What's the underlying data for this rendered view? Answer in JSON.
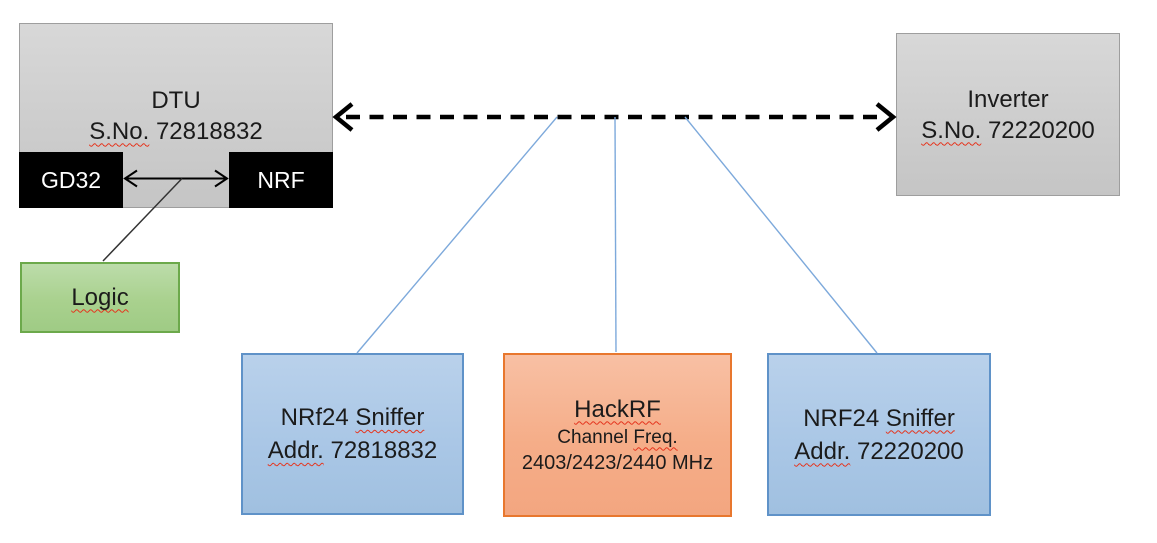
{
  "nodes": {
    "dtu": {
      "title": "DTU",
      "serial_label": "S.No.",
      "serial_value": " 72818832"
    },
    "gd32": {
      "label": "GD32"
    },
    "nrf": {
      "label": "NRF"
    },
    "logic": {
      "label": "Logic"
    },
    "inverter": {
      "title": "Inverter",
      "serial_label": "S.No.",
      "serial_value": " 72220200"
    },
    "sniffer_left": {
      "name_prefix": "NRf24 ",
      "name_word": "Sniffer",
      "addr_label": "Addr.",
      "addr_value": " 72818832"
    },
    "hackrf": {
      "title": "HackRF",
      "channel_prefix": "Channel ",
      "channel_word": "Freq.",
      "frequencies": "2403/2423/2440 MHz"
    },
    "sniffer_right": {
      "name_prefix": "NRF24 ",
      "name_word": "Sniffer",
      "addr_label": "Addr.",
      "addr_value": " 72220200"
    }
  },
  "edges": [
    {
      "from": "dtu",
      "to": "inverter",
      "style": "dashed-double-arrow"
    },
    {
      "from": "gd32",
      "to": "nrf",
      "style": "thin-double-arrow"
    },
    {
      "from": "gd32-nrf-arrow",
      "to": "logic",
      "style": "thin-line"
    },
    {
      "from": "dtu-inverter-link",
      "to": "sniffer_left",
      "style": "blue-line"
    },
    {
      "from": "dtu-inverter-link",
      "to": "hackrf",
      "style": "blue-line"
    },
    {
      "from": "dtu-inverter-link",
      "to": "sniffer_right",
      "style": "blue-line"
    }
  ],
  "colors": {
    "gray_fill": "#cdcdcd",
    "gray_border": "#9e9e9e",
    "chip_fill": "#000000",
    "green_fill": "#a9d18e",
    "green_border": "#6ca94b",
    "blue_fill": "#aac7e6",
    "blue_border": "#5f92c8",
    "orange_fill": "#f5ad88",
    "orange_border": "#e8772e",
    "connector_blue": "#7da9db",
    "spellcheck_red": "#e5341d",
    "line_black": "#000000"
  }
}
